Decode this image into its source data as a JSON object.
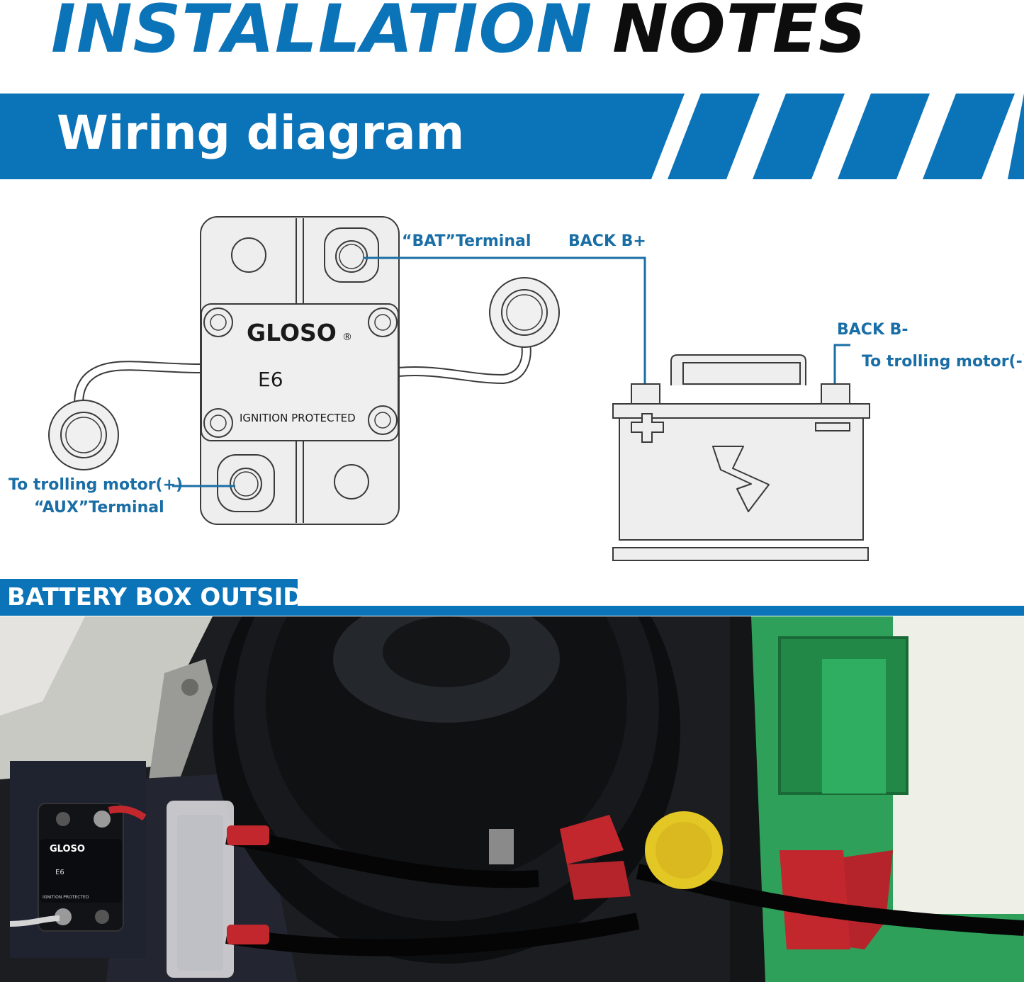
{
  "header": {
    "title_part1": "INSTALLATION",
    "title_part2": "NOTES"
  },
  "banner": {
    "title": "Wiring diagram"
  },
  "diagram": {
    "breaker": {
      "brand": "GLOSO",
      "registered_mark": "®",
      "model": "E6",
      "rating_text": "IGNITION PROTECTED"
    },
    "labels": {
      "bat_terminal": "“BAT”Terminal",
      "back_b_plus": "BACK B+",
      "back_b_minus": "BACK B-",
      "to_trolling_motor_minus": "To trolling motor(-)",
      "to_trolling_motor_plus": "To trolling motor(+)",
      "aux_terminal": "“AUX”Terminal"
    },
    "battery": {
      "plus_symbol": "+",
      "minus_symbol": "−"
    }
  },
  "section": {
    "title": "BATTERY BOX OUTSIDE"
  },
  "photo": {
    "inset_brand": "GLOSO",
    "inset_model": "E6",
    "inset_rating": "IGNITION PROTECTED"
  },
  "colors": {
    "brand_blue": "#0b73b8",
    "label_blue": "#1a6ea6",
    "title_black": "#0d0d0d"
  }
}
